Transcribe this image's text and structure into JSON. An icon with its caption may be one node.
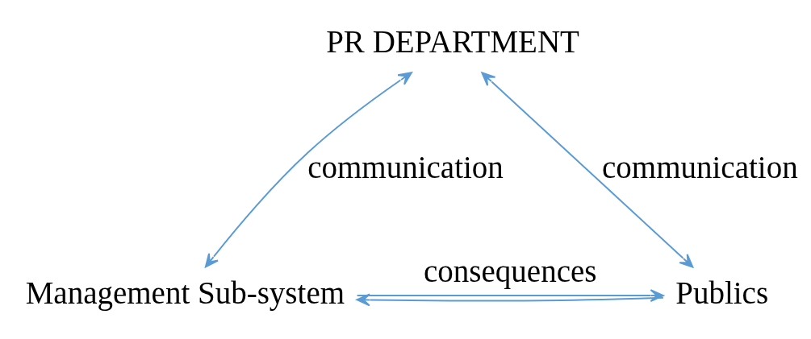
{
  "diagram": {
    "nodes": [
      {
        "text": [
          "PR DEPARTMENT"
        ]
      },
      {
        "text": [
          "Management Sub-system"
        ]
      },
      {
        "text": [
          "Publics"
        ]
      }
    ],
    "edges": [
      {
        "from": 0,
        "to": 1,
        "arrow": "both",
        "label": "communication"
      },
      {
        "from": 0,
        "to": 2,
        "arrow": "both",
        "label": "communication"
      },
      {
        "from": 2,
        "to": 1,
        "arrow": "to"
      },
      {
        "from": 1,
        "to": 2,
        "arrow": "to",
        "label": "consequences"
      }
    ]
  }
}
